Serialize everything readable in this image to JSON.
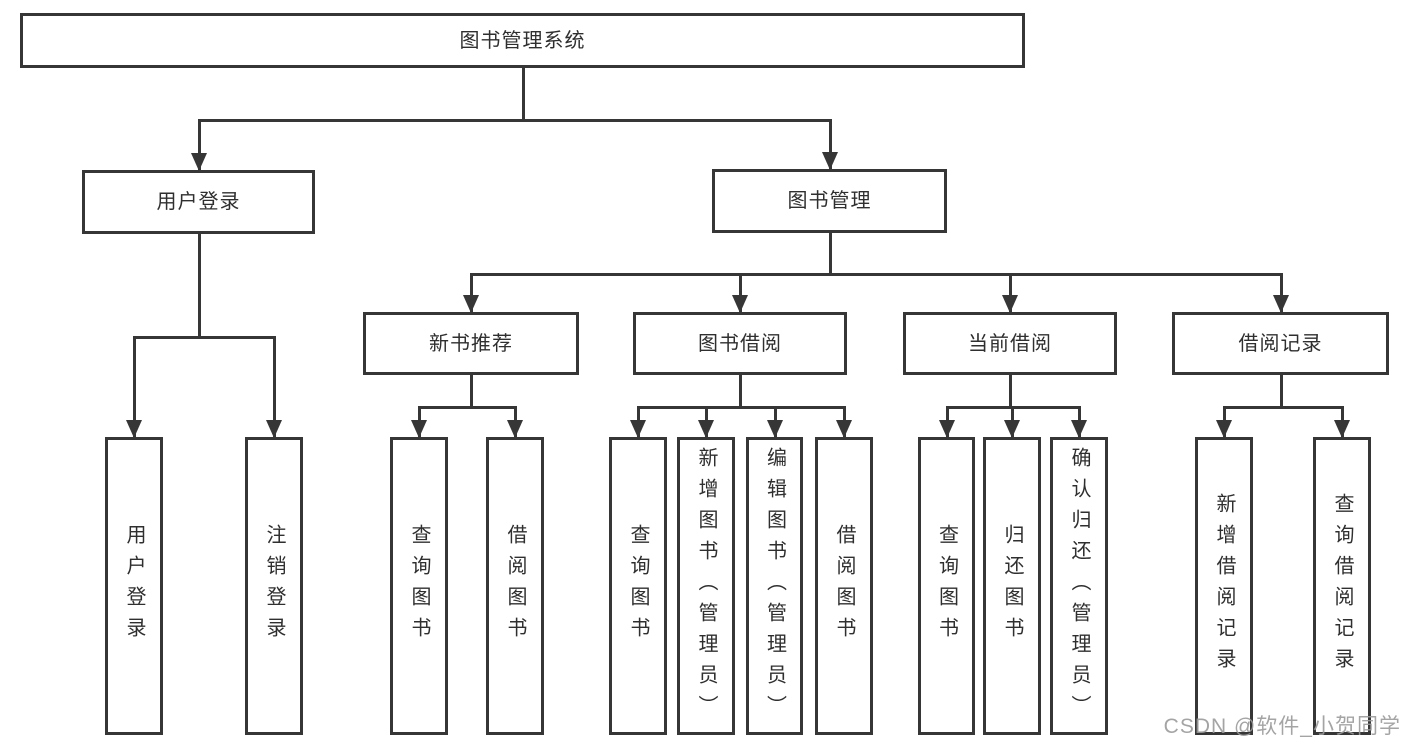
{
  "diagram": {
    "title": "图书管理系统",
    "stroke_color": "#363636",
    "text_color": "#2f2f2f",
    "nodes": [
      {
        "id": "root",
        "label": "图书管理系统",
        "parent": null
      },
      {
        "id": "user-login",
        "label": "用户登录",
        "parent": "root"
      },
      {
        "id": "book-mgmt",
        "label": "图书管理",
        "parent": "root"
      },
      {
        "id": "login",
        "label": "用户登录",
        "parent": "user-login"
      },
      {
        "id": "logout",
        "label": "注销登录",
        "parent": "user-login"
      },
      {
        "id": "new-book-rec",
        "label": "新书推荐",
        "parent": "book-mgmt"
      },
      {
        "id": "book-borrow",
        "label": "图书借阅",
        "parent": "book-mgmt"
      },
      {
        "id": "current-borrow",
        "label": "当前借阅",
        "parent": "book-mgmt"
      },
      {
        "id": "borrow-records",
        "label": "借阅记录",
        "parent": "book-mgmt"
      },
      {
        "id": "rec-query-book",
        "label": "查询图书",
        "parent": "new-book-rec"
      },
      {
        "id": "rec-borrow-book",
        "label": "借阅图书",
        "parent": "new-book-rec"
      },
      {
        "id": "bb-query-book",
        "label": "查询图书",
        "parent": "book-borrow"
      },
      {
        "id": "bb-add-book",
        "label": "新增图书（管理员）",
        "parent": "book-borrow"
      },
      {
        "id": "bb-edit-book",
        "label": "编辑图书（管理员）",
        "parent": "book-borrow"
      },
      {
        "id": "bb-borrow-book",
        "label": "借阅图书",
        "parent": "book-borrow"
      },
      {
        "id": "cb-query-book",
        "label": "查询图书",
        "parent": "current-borrow"
      },
      {
        "id": "cb-return-book",
        "label": "归还图书",
        "parent": "current-borrow"
      },
      {
        "id": "cb-confirm-return",
        "label": "确认归还（管理员）",
        "parent": "current-borrow"
      },
      {
        "id": "br-add-record",
        "label": "新增借阅记录",
        "parent": "borrow-records"
      },
      {
        "id": "br-query-record",
        "label": "查询借阅记录",
        "parent": "borrow-records"
      }
    ]
  },
  "watermark": {
    "text": "CSDN @软件_小贺同学",
    "color": "#9b9b9b"
  }
}
